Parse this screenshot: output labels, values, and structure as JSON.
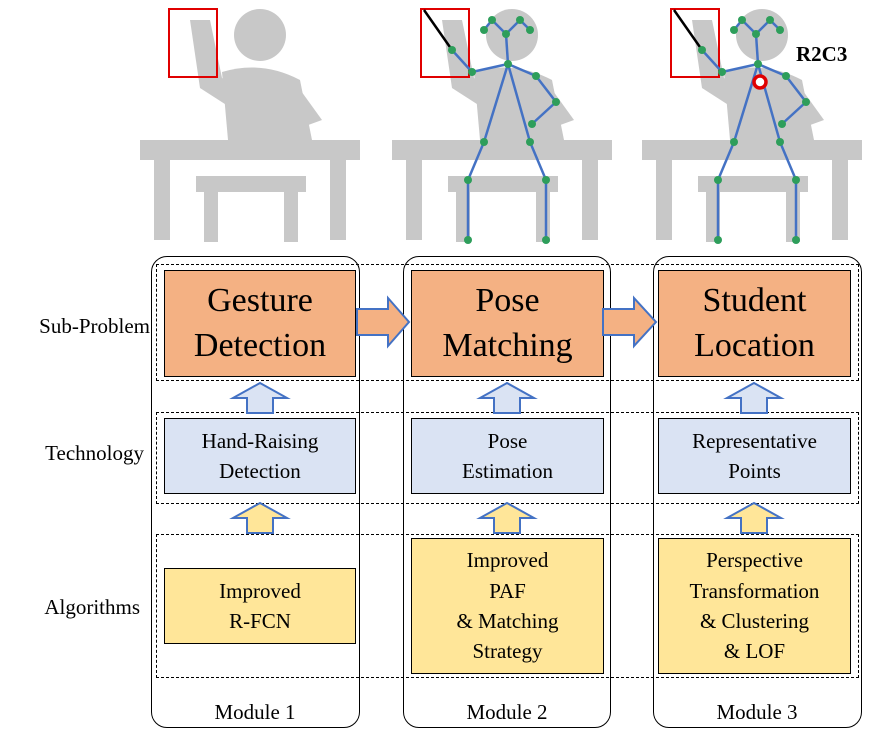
{
  "row_labels": {
    "sub_problem": "Sub-Problem",
    "technology": "Technology",
    "algorithms": "Algorithms"
  },
  "modules": [
    {
      "label": "Module 1",
      "sub_problem": [
        "Gesture",
        "Detection"
      ],
      "technology": [
        "Hand-Raising",
        "Detection"
      ],
      "algorithm": [
        "Improved",
        "R-FCN"
      ]
    },
    {
      "label": "Module 2",
      "sub_problem": [
        "Pose",
        "Matching"
      ],
      "technology": [
        "Pose",
        "Estimation"
      ],
      "algorithm": [
        "Improved",
        "PAF",
        "& Matching",
        "Strategy"
      ]
    },
    {
      "label": "Module 3",
      "sub_problem": [
        "Student",
        "Location"
      ],
      "technology": [
        "Representative",
        "Points"
      ],
      "algorithm": [
        "Perspective",
        "Transformation",
        "& Clustering",
        "& LOF"
      ]
    }
  ],
  "figure_tag": "R2C3",
  "colors": {
    "sub_problem_fill": "#f4b183",
    "technology_fill": "#dae3f3",
    "algorithm_fill": "#ffe699",
    "arrow_fill": "#dae3f3",
    "arrow_up_fill": "#ffe699",
    "skeleton_line": "#4472c4",
    "joint": "#2e9e5b",
    "highlight": "#e00000",
    "silhouette": "#c8c8c8"
  }
}
